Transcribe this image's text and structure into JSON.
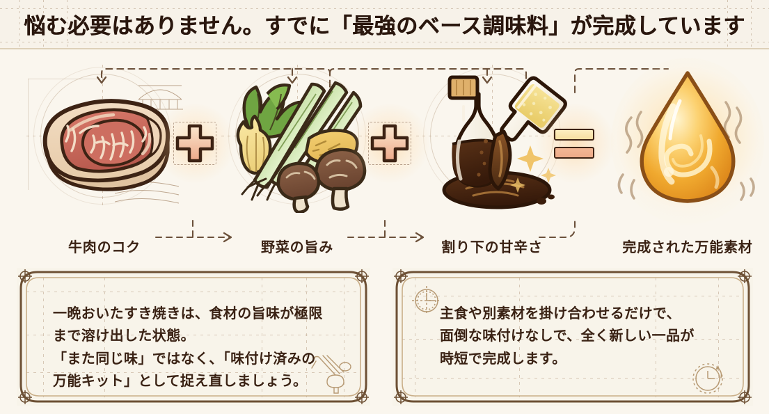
{
  "header": {
    "title": "悩む必要はありません。すでに「最強のベース調味料」が完成しています"
  },
  "flow": {
    "nodes": [
      {
        "id": "beef",
        "label": "牛肉のコク",
        "icon": "beef-steak-icon"
      },
      {
        "id": "vegetables",
        "label": "野菜の旨み",
        "icon": "vegetables-icon"
      },
      {
        "id": "warishita",
        "label": "割り下の甘辛さ",
        "icon": "soy-sauce-bottle-icon"
      },
      {
        "id": "result",
        "label": "完成された万能素材",
        "icon": "golden-drop-icon"
      }
    ],
    "operators": [
      {
        "id": "plus-1",
        "symbol": "+",
        "name": "plus-icon"
      },
      {
        "id": "plus-2",
        "symbol": "+",
        "name": "plus-icon"
      },
      {
        "id": "equals",
        "symbol": "=",
        "name": "equals-icon"
      }
    ]
  },
  "panels": [
    {
      "id": "panel-left",
      "text": "一晩おいたすき焼きは、食材の旨味が極限\nまで溶け出した状態。\n「また同じ味」ではなく、「味付け済みの\n万能キット」として捉え直しましょう。",
      "ornament": "vegetable-sketch-icon"
    },
    {
      "id": "panel-right",
      "text": "主食や別素材を掛け合わせるだけで、\n面倒な味付けなしで、全く新しい一品が\n時短で完成します。",
      "ornament": "clock-icon"
    }
  ],
  "colors": {
    "background": "#faf6ee",
    "header_background": "#f7f2e9",
    "title_text": "#2a170e",
    "body_text": "#3a2214",
    "accent_gold": "#e8a33d",
    "accent_salmon": "#edab89",
    "border_brown": "#3d2314",
    "blueprint_line": "#a58769"
  }
}
